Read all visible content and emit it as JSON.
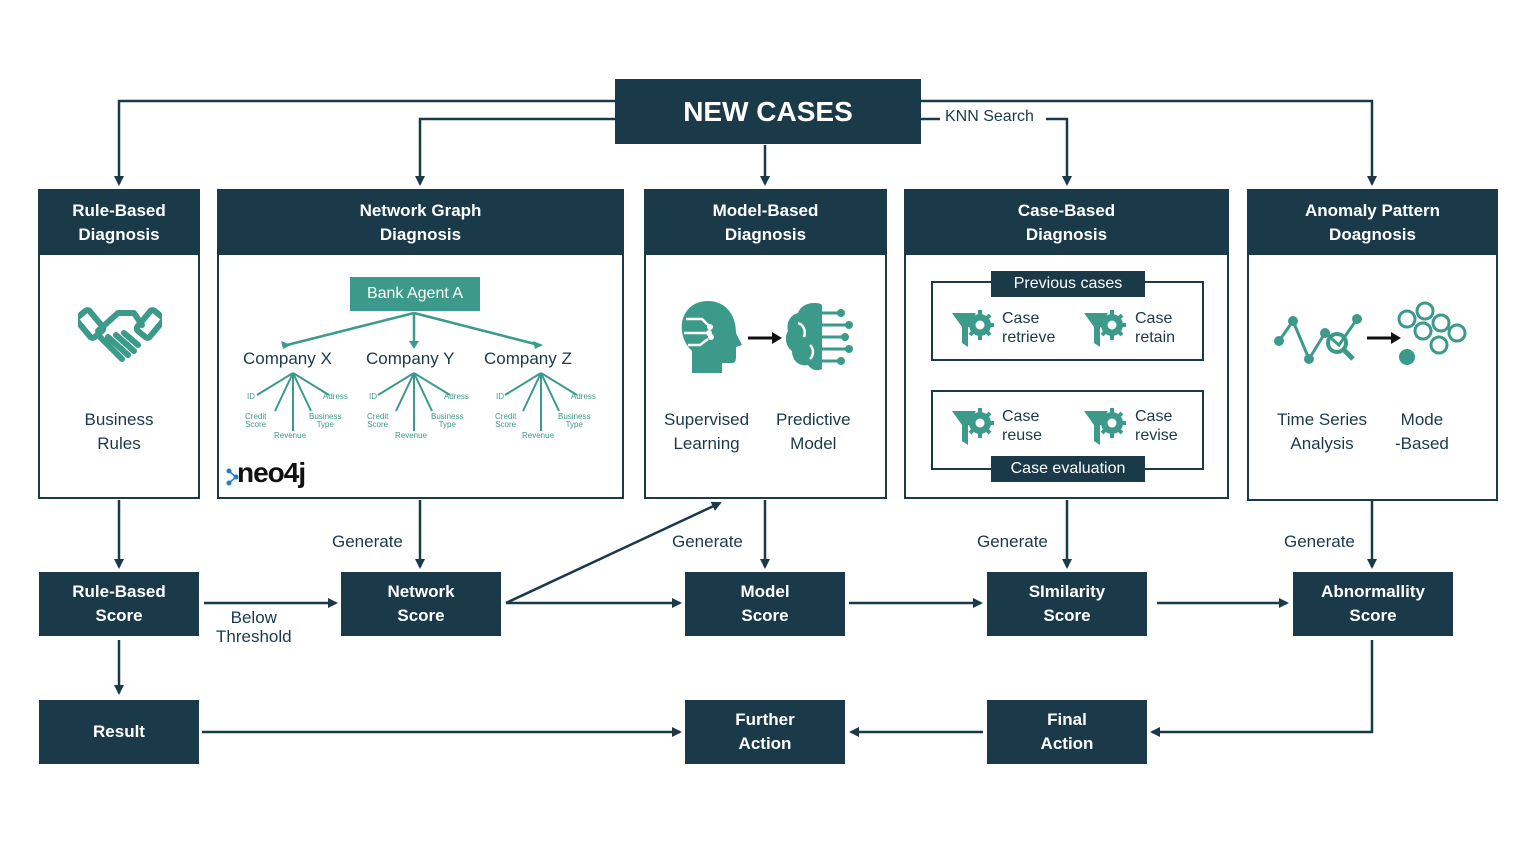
{
  "top": {
    "new_cases": "NEW CASES",
    "knn_search": "KNN Search"
  },
  "panels": {
    "rule": {
      "title": "Rule-Based\nDiagnosis",
      "body": "Business\nRules"
    },
    "network": {
      "title": "Network Graph\nDiagnosis",
      "agent": "Bank Agent A",
      "companies": [
        "Company X",
        "Company Y",
        "Company Z"
      ],
      "attrs": {
        "id": "ID",
        "adress": "Adress",
        "credit": "Credit\nScore",
        "business": "Business\nType",
        "revenue": "Revenue"
      },
      "logo": "neo4j"
    },
    "model": {
      "title": "Model-Based\nDiagnosis",
      "left": "Supervised\nLearning",
      "right": "Predictive\nModel"
    },
    "case": {
      "title": "Case-Based\nDiagnosis",
      "previous": "Previous cases",
      "evaluation": "Case evaluation",
      "retrieve": "Case\nretrieve",
      "retain": "Case\nretain",
      "reuse": "Case\nreuse",
      "revise": "Case\nrevise"
    },
    "anomaly": {
      "title": "Anomaly Pattern\nDoagnosis",
      "left": "Time Series\nAnalysis",
      "right": "Mode\n-Based"
    }
  },
  "scores": {
    "rule": "Rule-Based\nScore",
    "network": "Network\nScore",
    "model": "Model\nScore",
    "similarity": "SImilarity\nScore",
    "abnormality": "Abnormallity\nScore"
  },
  "results": {
    "result": "Result",
    "further": "Further\nAction",
    "final": "Final\nAction"
  },
  "labels": {
    "generate": "Generate",
    "below_threshold": "Below\nThreshold"
  },
  "colors": {
    "navy": "#1a3a4a",
    "teal": "#3c9a8a"
  }
}
